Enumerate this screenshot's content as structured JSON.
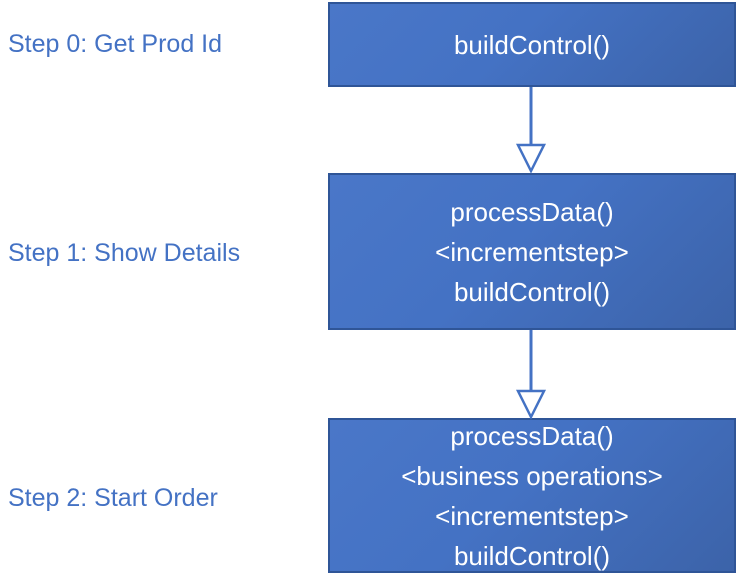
{
  "steps": [
    {
      "label": "Step 0: Get Prod Id",
      "lines": {
        "0": "buildControl()"
      }
    },
    {
      "label": "Step 1: Show Details",
      "lines": {
        "0": "processData()",
        "1": "<incrementstep>",
        "2": "buildControl()"
      }
    },
    {
      "label": "Step 2: Start Order",
      "lines": {
        "0": "processData()",
        "1": "<business operations>",
        "2": "<incrementstep>",
        "3": "buildControl()"
      }
    }
  ],
  "colors": {
    "box_fill_light": "#4a77c8",
    "box_fill": "#4472c4",
    "box_fill_dark": "#3c63a9",
    "box_border": "#2f5597",
    "label_text": "#4472c4",
    "box_text": "#ffffff",
    "arrow_stroke": "#4472c4",
    "arrowhead_fill": "#ffffff",
    "background": "#ffffff"
  }
}
